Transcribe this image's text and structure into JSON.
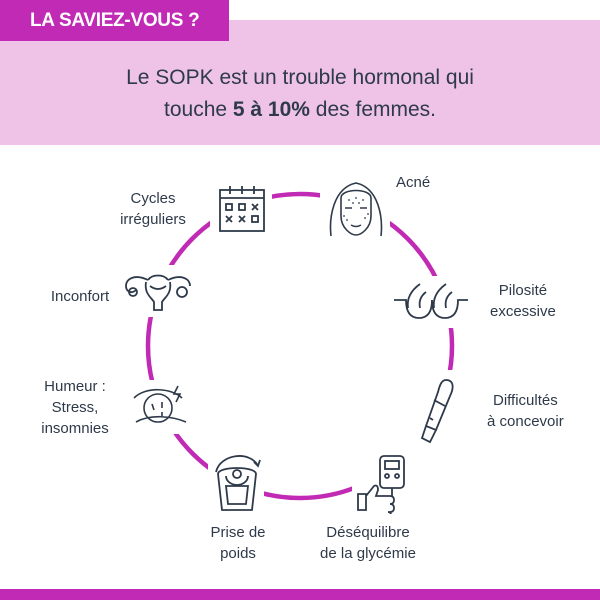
{
  "header": {
    "tab_label": "LA SAVIEZ-VOUS ?",
    "headline_line1": "Le SOPK est un trouble hormonal qui",
    "headline_line2_prefix": "touche ",
    "headline_line2_bold": "5 à 10%",
    "headline_line2_suffix": " des femmes."
  },
  "colors": {
    "accent": "#c12ab4",
    "band": "#efc3e8",
    "text": "#2e3a4a"
  },
  "symptoms": [
    {
      "icon": "calendar-icon",
      "line1": "Cycles",
      "line2": "irréguliers"
    },
    {
      "icon": "face-acne-icon",
      "line1": "Acné",
      "line2": ""
    },
    {
      "icon": "hair-follicle-icon",
      "line1": "Pilosité",
      "line2": "excessive"
    },
    {
      "icon": "pregnancy-test-icon",
      "line1": "Difficultés",
      "line2": "à concevoir"
    },
    {
      "icon": "glucose-meter-icon",
      "line1": "Déséquilibre",
      "line2": "de la glycémie"
    },
    {
      "icon": "scale-icon",
      "line1": "Prise de",
      "line2": "poids"
    },
    {
      "icon": "stressed-sleeper-icon",
      "line1": "Humeur :",
      "line2": "Stress,",
      "line3": "insomnies"
    },
    {
      "icon": "uterus-icon",
      "line1": "Inconfort",
      "line2": ""
    }
  ]
}
